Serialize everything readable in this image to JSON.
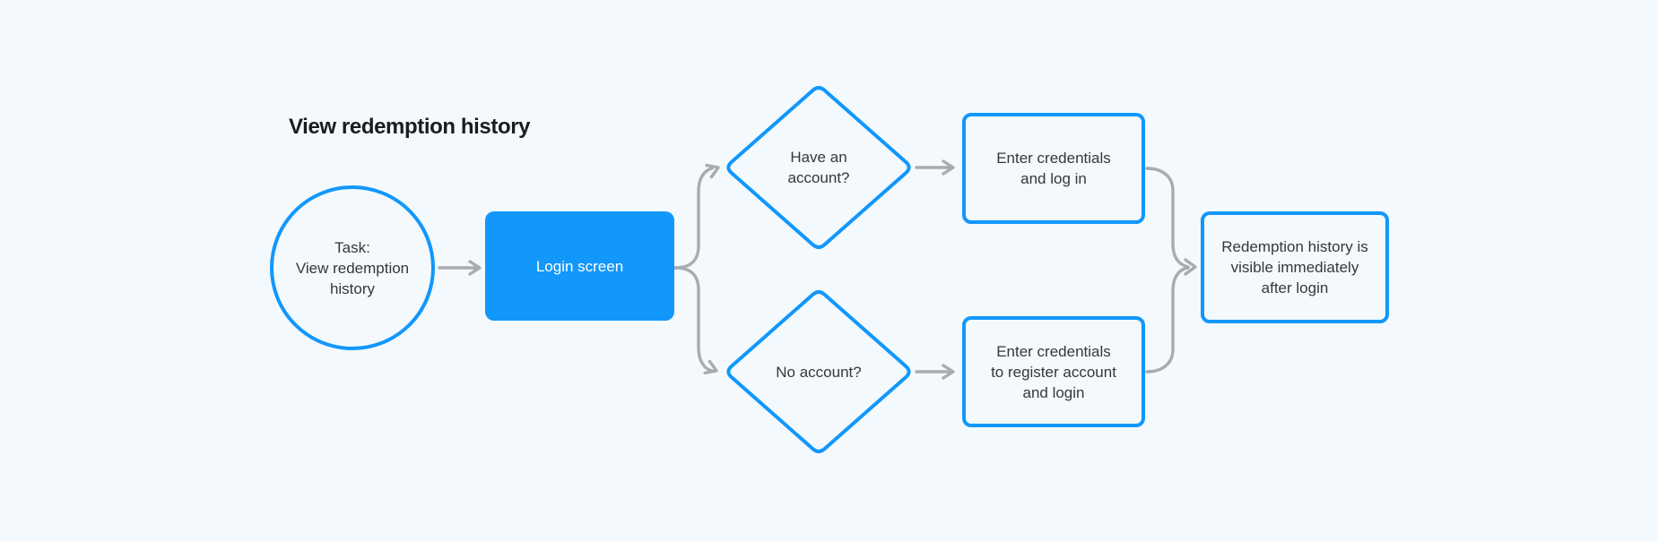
{
  "title": "View redemption history",
  "colors": {
    "background": "#f3f9fd",
    "accent_blue": "#1297fb",
    "connector_gray": "#a8abb0",
    "node_text": "#34383d",
    "title_text": "#1a1c1f",
    "filled_node_text": "#ffffff"
  },
  "nodes": {
    "task": {
      "type": "start-circle",
      "lines": [
        "Task:",
        "View redemption",
        "history"
      ]
    },
    "login_screen": {
      "type": "process-filled",
      "label": "Login screen"
    },
    "have_account": {
      "type": "decision",
      "lines": [
        "Have an",
        "account?"
      ]
    },
    "no_account": {
      "type": "decision",
      "lines": [
        "No account?"
      ]
    },
    "enter_login": {
      "type": "process",
      "lines": [
        "Enter credentials",
        "and log in"
      ]
    },
    "enter_register": {
      "type": "process",
      "lines": [
        "Enter credentials",
        "to register account",
        "and login"
      ]
    },
    "result": {
      "type": "process",
      "lines": [
        "Redemption history is",
        "visible immediately",
        "after login"
      ]
    }
  }
}
